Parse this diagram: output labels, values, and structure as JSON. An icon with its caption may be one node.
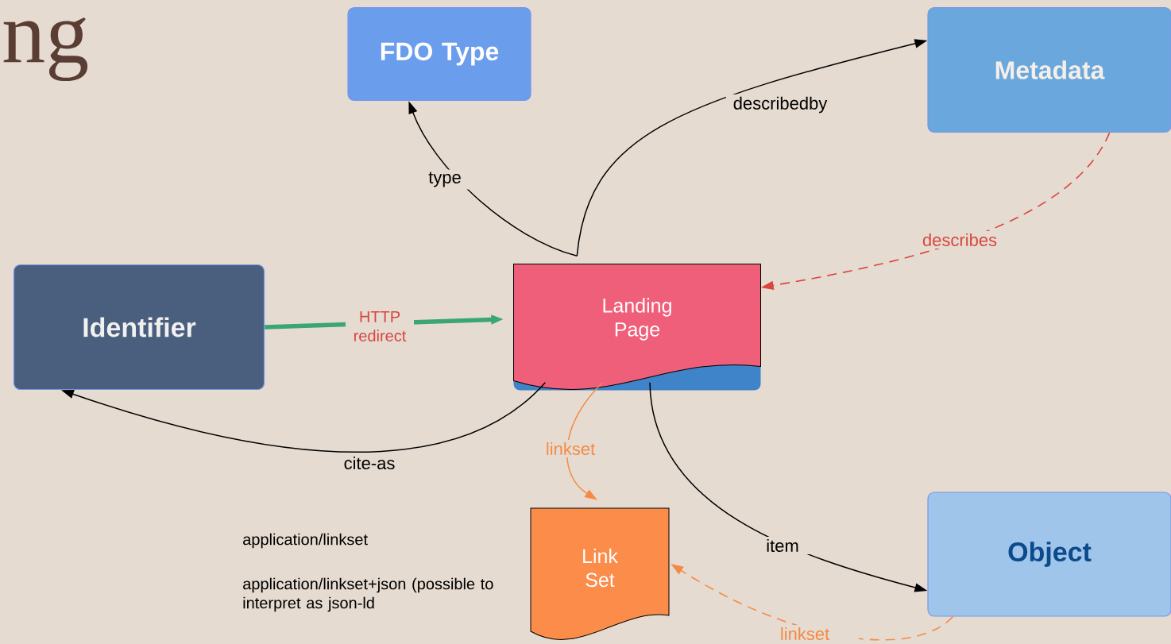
{
  "diagram": {
    "nodes": [
      {
        "text": [
          "FDO Type"
        ]
      },
      {
        "text": [
          "Metadata"
        ]
      },
      {
        "text": [
          "Identifier"
        ]
      },
      {
        "text": [
          "Landing Page"
        ]
      },
      {
        "text": [
          "Link Set"
        ]
      },
      {
        "text": [
          "Object"
        ]
      }
    ],
    "edges": [
      {
        "from": 3,
        "to": 0,
        "arrow": "to",
        "label": "type"
      },
      {
        "from": 3,
        "to": 1,
        "arrow": "to",
        "label": "describedby"
      },
      {
        "from": 1,
        "to": 3,
        "arrow": "to",
        "label": "describes",
        "style": "dashed",
        "color": "#d9463f"
      },
      {
        "from": 2,
        "to": 3,
        "arrow": "to",
        "label": "HTTP redirect",
        "style": "thick",
        "color": "#3aa676"
      },
      {
        "from": 3,
        "to": 2,
        "arrow": "to",
        "label": "cite-as"
      },
      {
        "from": 3,
        "to": 4,
        "arrow": "to",
        "label": "linkset",
        "color": "#f58a45"
      },
      {
        "from": 3,
        "to": 5,
        "arrow": "to",
        "label": "item"
      },
      {
        "from": 5,
        "to": 4,
        "arrow": "to",
        "label": "linkset",
        "style": "dashed",
        "color": "#f58a45"
      }
    ],
    "labels": [
      "ng",
      "application/linkset",
      "application/linkset+json (possible to interpret as json-ld"
    ]
  }
}
